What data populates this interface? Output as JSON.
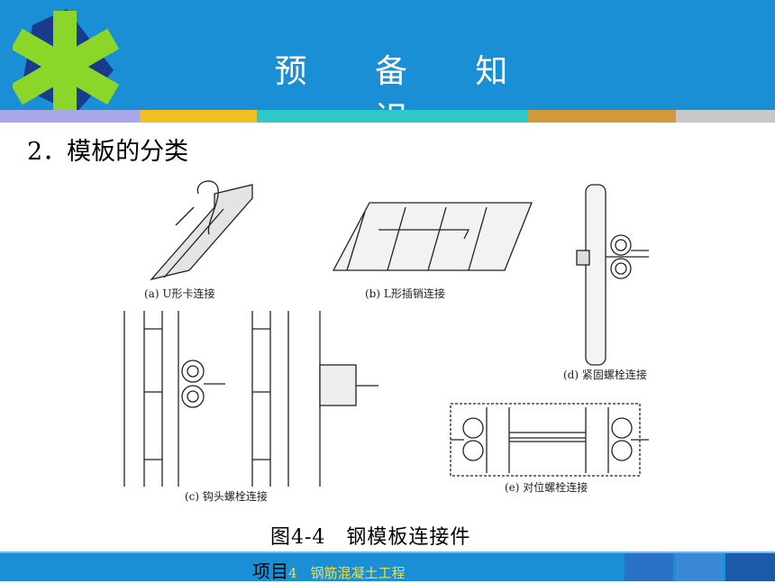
{
  "header": {
    "title": "预 备 知 识"
  },
  "section": {
    "subtitle": "2．模板的分类"
  },
  "figure": {
    "labels": {
      "a": "(a) U形卡连接",
      "b": "(b) L形插销连接",
      "c": "(c) 钩头螺栓连接",
      "d": "(d) 紧固螺栓连接",
      "e": "(e) 对位螺栓连接"
    },
    "caption": "图4-4　钢模板连接件"
  },
  "footer": {
    "prefix": "项目",
    "project": "4　钢筋混凝土工程"
  },
  "colors": {
    "header": "#1a8fd6",
    "logo_green": "#8cd62a",
    "logo_dark": "#1a3a8c"
  },
  "icons": [
    "asterisk-logo-icon"
  ]
}
